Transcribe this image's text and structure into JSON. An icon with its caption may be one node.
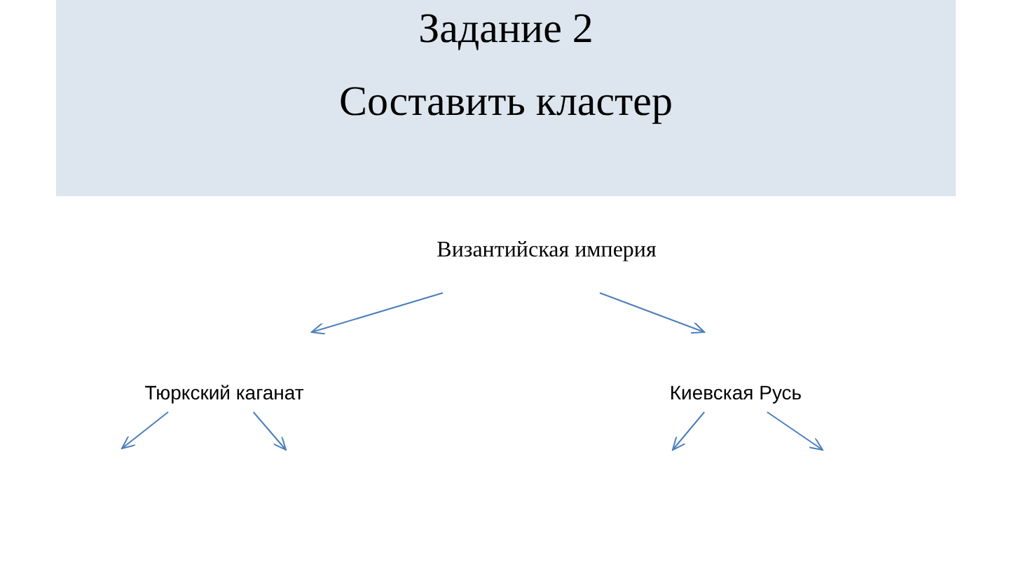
{
  "diagram": {
    "nodes": [
      {
        "text": [
          "Задание 2",
          "Составить кластер"
        ]
      },
      {
        "text": [
          "Византийская империя"
        ]
      },
      {
        "text": [
          "Тюркский каганат"
        ]
      },
      {
        "text": [
          "Киевская Русь"
        ]
      }
    ],
    "edges": [
      {
        "from": 1,
        "to": 2,
        "arrow": "to"
      },
      {
        "from": 1,
        "to": 3,
        "arrow": "to"
      },
      {
        "from": 2,
        "to": null,
        "arrow": "to"
      },
      {
        "from": 2,
        "to": null,
        "arrow": "to"
      },
      {
        "from": 3,
        "to": null,
        "arrow": "to"
      },
      {
        "from": 3,
        "to": null,
        "arrow": "to"
      }
    ]
  }
}
